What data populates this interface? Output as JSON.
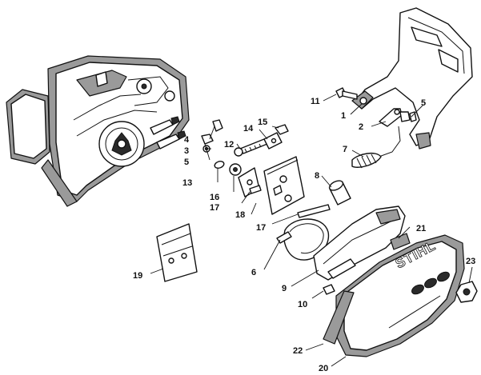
{
  "brand_mark": "STIHL",
  "callouts": [
    "1",
    "2",
    "3",
    "4",
    "5",
    "5",
    "6",
    "7",
    "8",
    "9",
    "10",
    "11",
    "12",
    "13",
    "14",
    "15",
    "16",
    "17",
    "17",
    "18",
    "19",
    "20",
    "21",
    "22",
    "23"
  ]
}
